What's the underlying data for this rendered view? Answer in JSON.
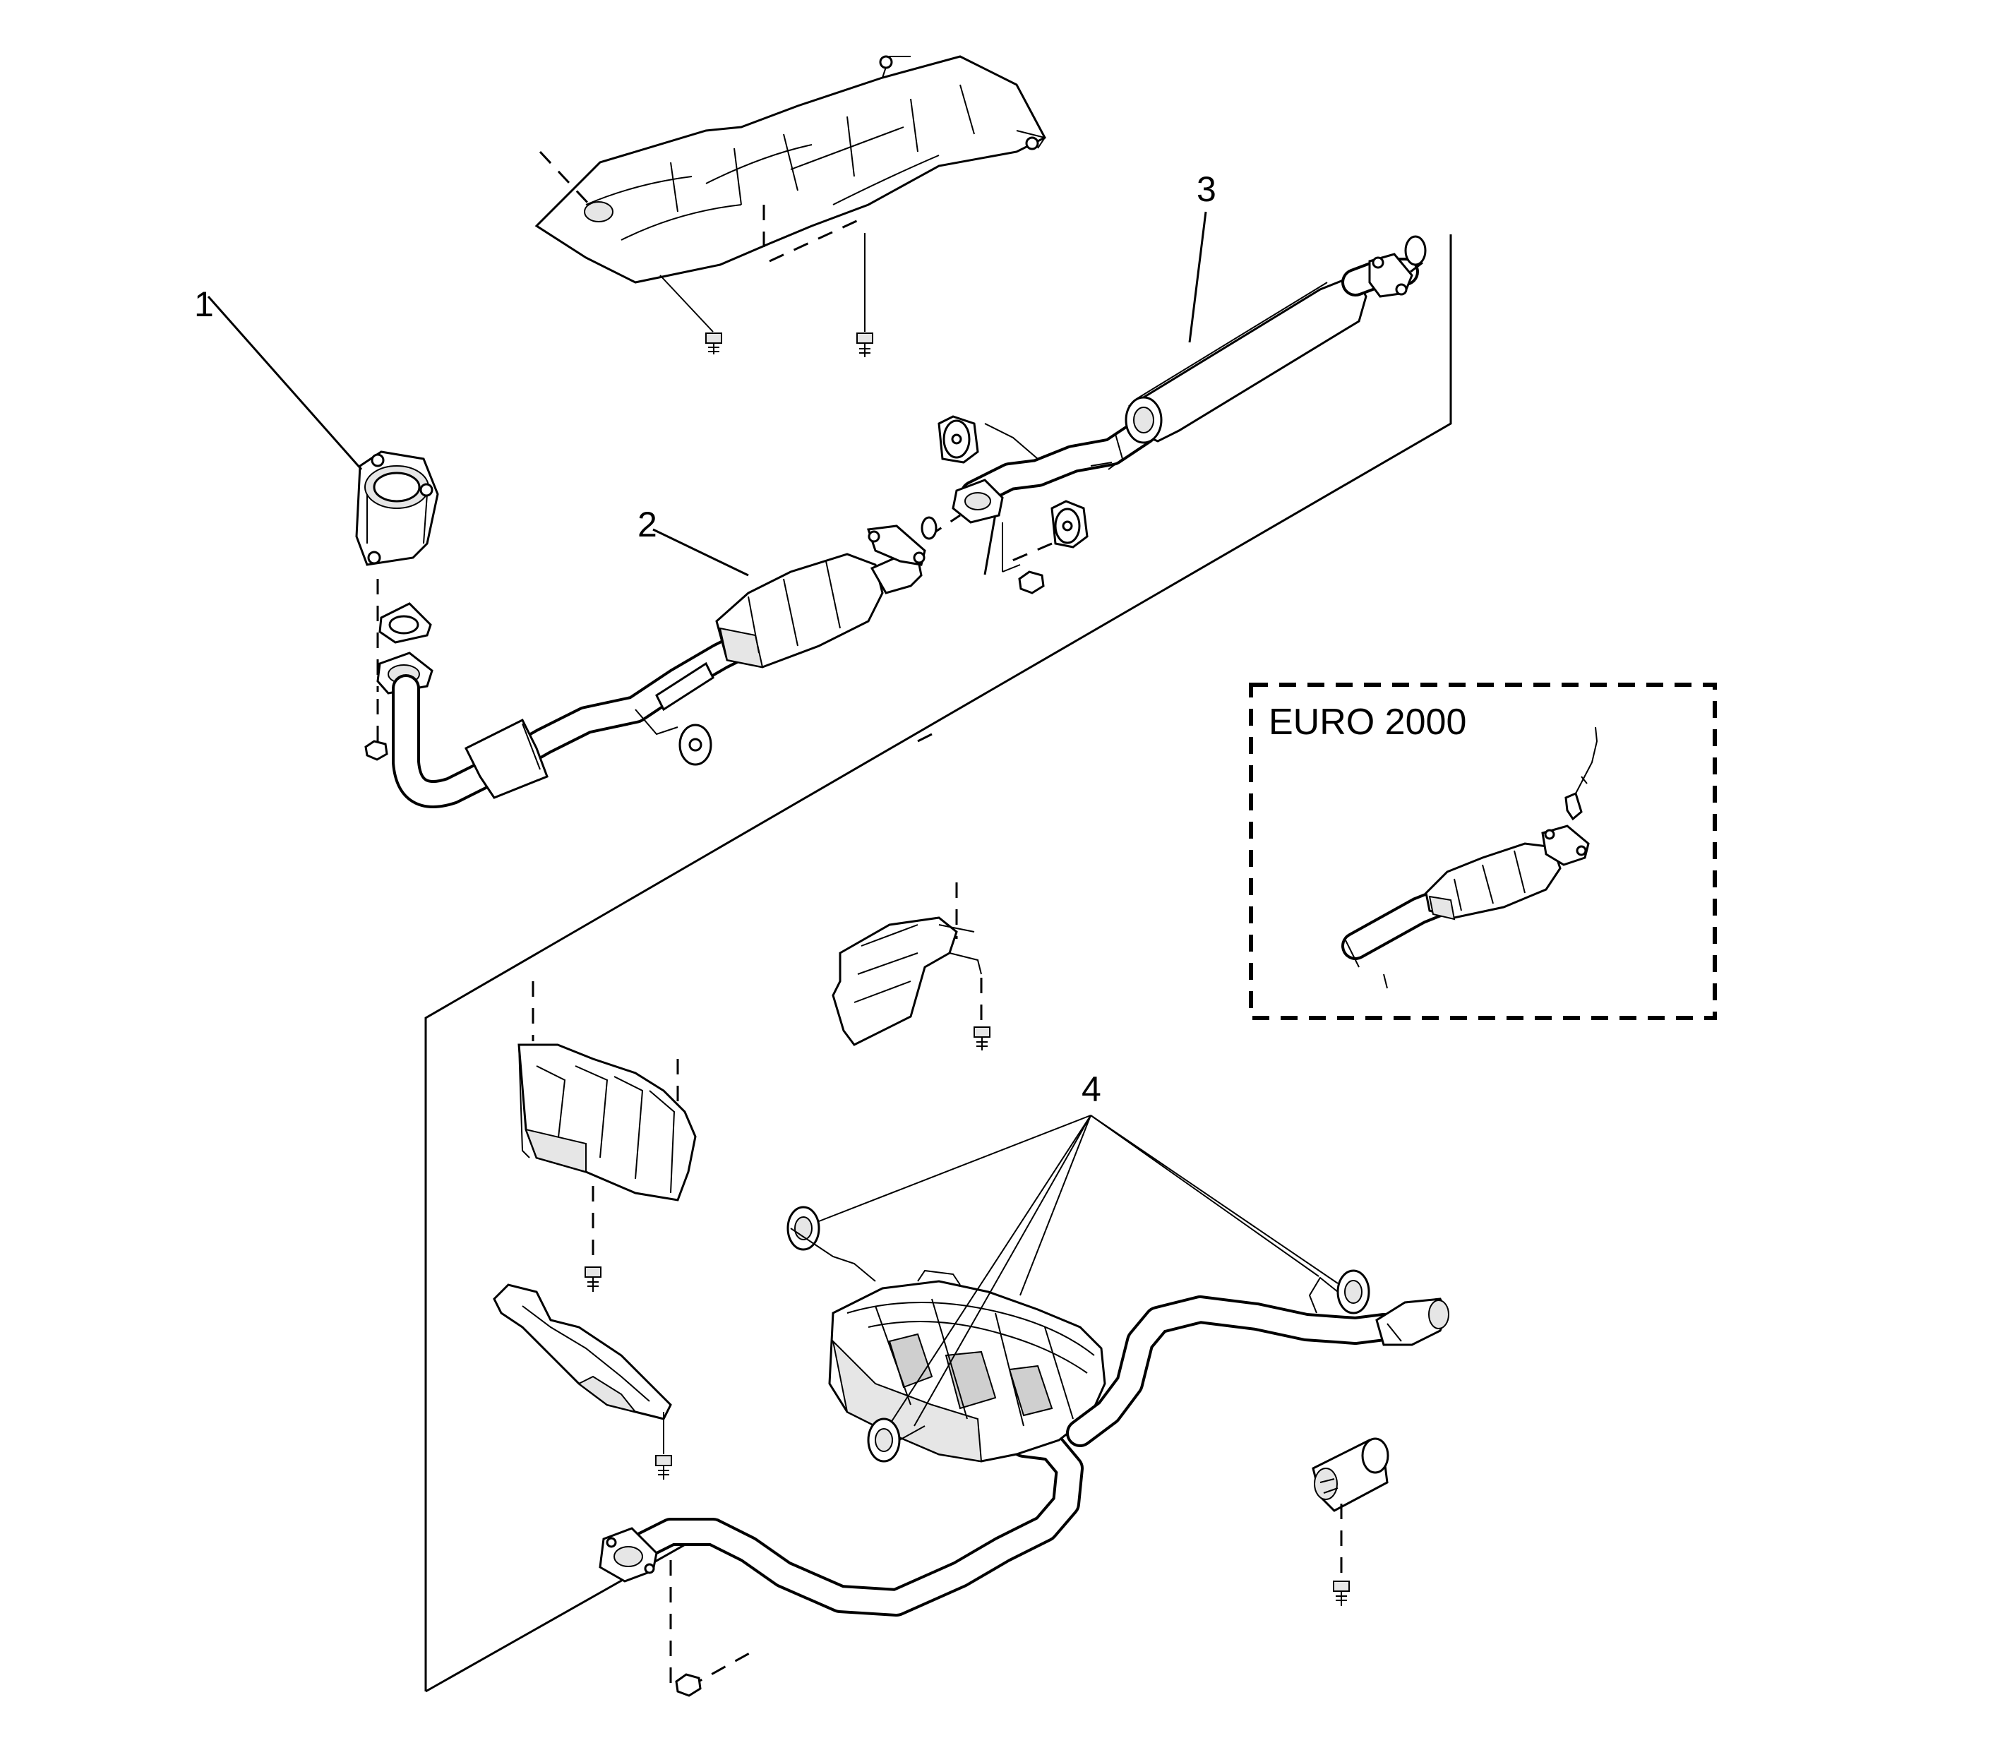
{
  "callouts": {
    "c1": "1",
    "c2": "2",
    "c3": "3",
    "c4": "4"
  },
  "inset": {
    "label": "EURO 2000"
  }
}
